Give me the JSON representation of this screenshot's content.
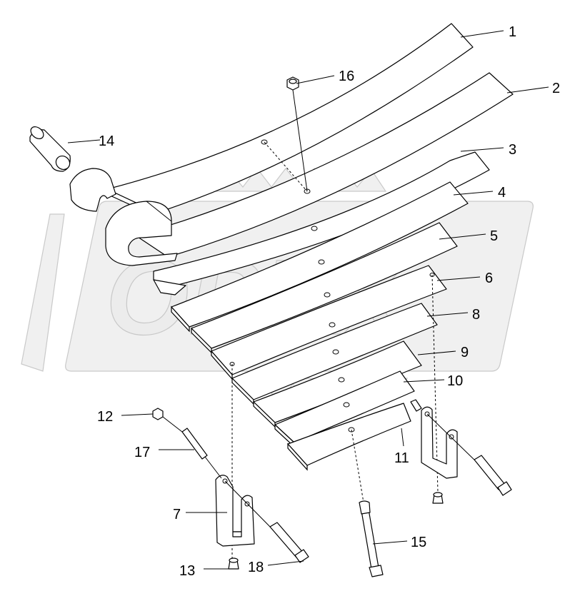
{
  "watermark": {
    "text": "OPEX"
  },
  "callouts": [
    {
      "id": "c1",
      "text": "1"
    },
    {
      "id": "c2",
      "text": "2"
    },
    {
      "id": "c3",
      "text": "3"
    },
    {
      "id": "c4",
      "text": "4"
    },
    {
      "id": "c5",
      "text": "5"
    },
    {
      "id": "c6",
      "text": "6"
    },
    {
      "id": "c7",
      "text": "7"
    },
    {
      "id": "c8",
      "text": "8"
    },
    {
      "id": "c9",
      "text": "9"
    },
    {
      "id": "c10",
      "text": "10"
    },
    {
      "id": "c11",
      "text": "11"
    },
    {
      "id": "c12",
      "text": "12"
    },
    {
      "id": "c13",
      "text": "13"
    },
    {
      "id": "c14",
      "text": "14"
    },
    {
      "id": "c15",
      "text": "15"
    },
    {
      "id": "c16",
      "text": "16"
    },
    {
      "id": "c17",
      "text": "17"
    },
    {
      "id": "c18",
      "text": "18"
    }
  ]
}
